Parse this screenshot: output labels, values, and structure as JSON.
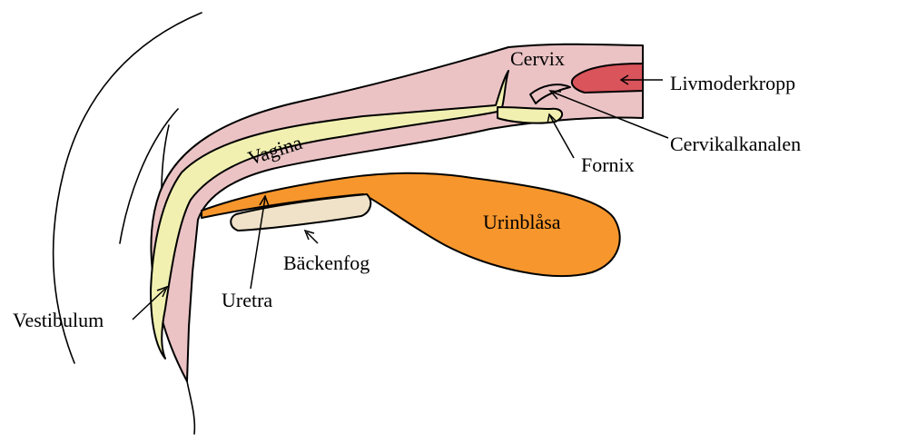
{
  "labels": {
    "cervix": "Cervix",
    "livmoderkropp": "Livmoderkropp",
    "cervikalkanalen": "Cervikalkanalen",
    "fornix": "Fornix",
    "vagina": "Vagina",
    "urinblasa": "Urinblåsa",
    "backenfog": "Bäckenfog",
    "uretra": "Uretra",
    "vestibulum": "Vestibulum"
  },
  "colors": {
    "tissue": "#ebc3c5",
    "vagina_lumen": "#f1f0b1",
    "bladder": "#f7962c",
    "urethra": "#f7962c",
    "uterine_body": "#d9545b",
    "pubic_bone": "#efe2c8",
    "line": "#000000"
  }
}
